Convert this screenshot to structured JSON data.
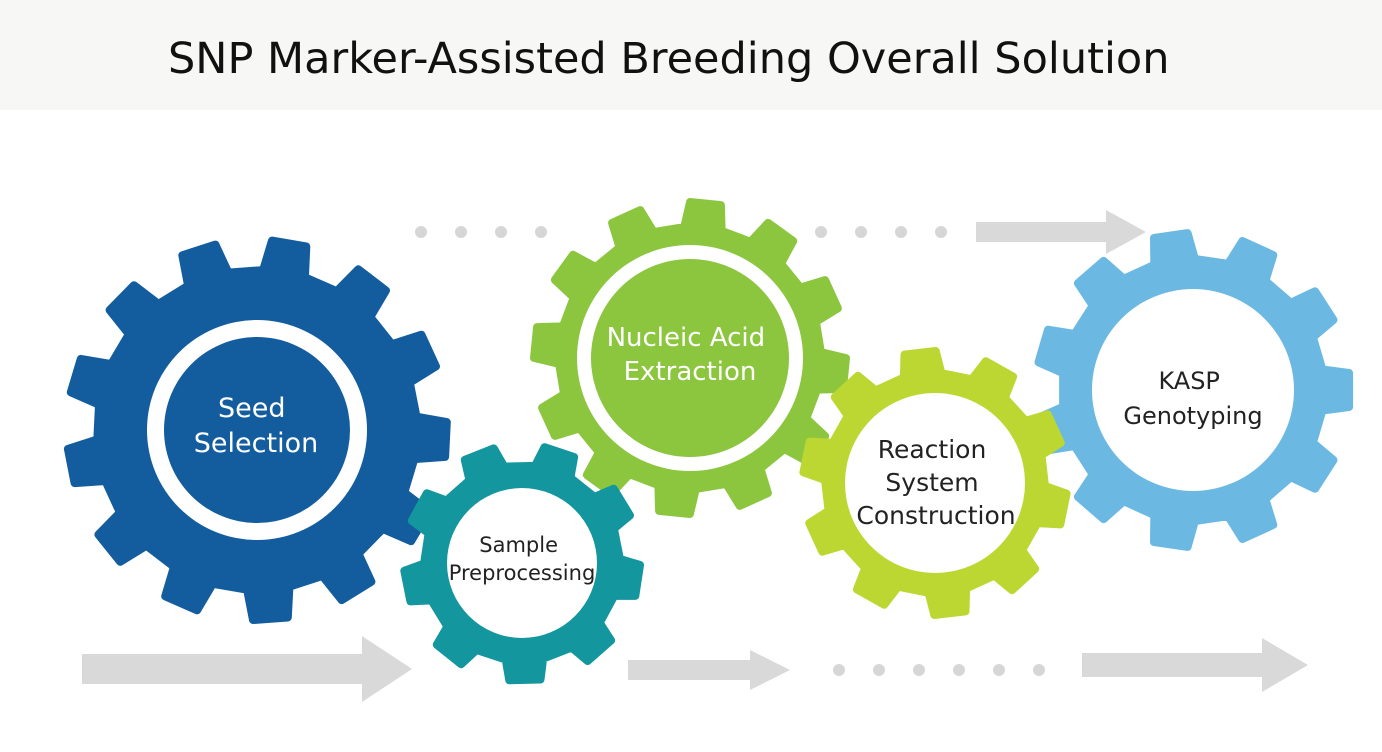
{
  "title": "SNP Marker-Assisted Breeding Overall Solution",
  "colors": {
    "header_bg": "#f7f7f5",
    "arrow": "#d9d9d9",
    "dots": "#d6d6d6",
    "seed_gear": "#135d9f",
    "sample_gear": "#13969e",
    "nucleic_gear": "#8cc63f",
    "reaction_gear": "#bdd732",
    "kasp_gear": "#6bb9e3"
  },
  "steps": [
    {
      "id": "seed-selection",
      "lines": [
        "Seed",
        "Selection"
      ],
      "icon": "gear-icon"
    },
    {
      "id": "sample-preprocessing",
      "lines": [
        "Sample",
        "Preprocessing"
      ],
      "icon": "gear-icon"
    },
    {
      "id": "nucleic-acid-extraction",
      "lines": [
        "Nucleic Acid",
        "Extraction"
      ],
      "icon": "gear-icon"
    },
    {
      "id": "reaction-system-construction",
      "lines": [
        "Reaction",
        "System",
        "Construction"
      ],
      "icon": "gear-icon"
    },
    {
      "id": "kasp-genotyping",
      "lines": [
        "KASP",
        "Genotyping"
      ],
      "icon": "gear-icon"
    }
  ]
}
